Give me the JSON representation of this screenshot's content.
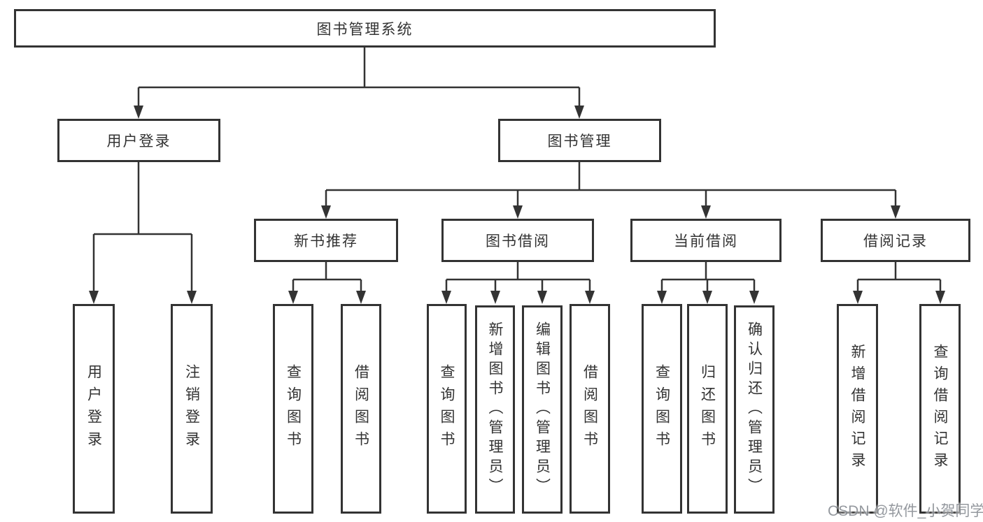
{
  "colors": {
    "line": "#333333",
    "box_border": "#333333",
    "text": "#333333",
    "watermark": "#8b9096",
    "background": "#ffffff"
  },
  "tree": {
    "root": {
      "label": "图书管理系统",
      "children": [
        {
          "label": "用户登录",
          "children": [
            {
              "label": "用户登录"
            },
            {
              "label": "注销登录"
            }
          ]
        },
        {
          "label": "图书管理",
          "children": [
            {
              "label": "新书推荐",
              "children": [
                {
                  "label": "查询图书"
                },
                {
                  "label": "借阅图书"
                }
              ]
            },
            {
              "label": "图书借阅",
              "children": [
                {
                  "label": "查询图书"
                },
                {
                  "label": "新增图书（管理员）"
                },
                {
                  "label": "编辑图书（管理员）"
                },
                {
                  "label": "借阅图书"
                }
              ]
            },
            {
              "label": "当前借阅",
              "children": [
                {
                  "label": "查询图书"
                },
                {
                  "label": "归还图书"
                },
                {
                  "label": "确认归还（管理员）"
                }
              ]
            },
            {
              "label": "借阅记录",
              "children": [
                {
                  "label": "新增借阅记录"
                },
                {
                  "label": "查询借阅记录"
                }
              ]
            }
          ]
        }
      ]
    }
  },
  "watermark": {
    "text": "CSDN @软件_小贺同学"
  }
}
